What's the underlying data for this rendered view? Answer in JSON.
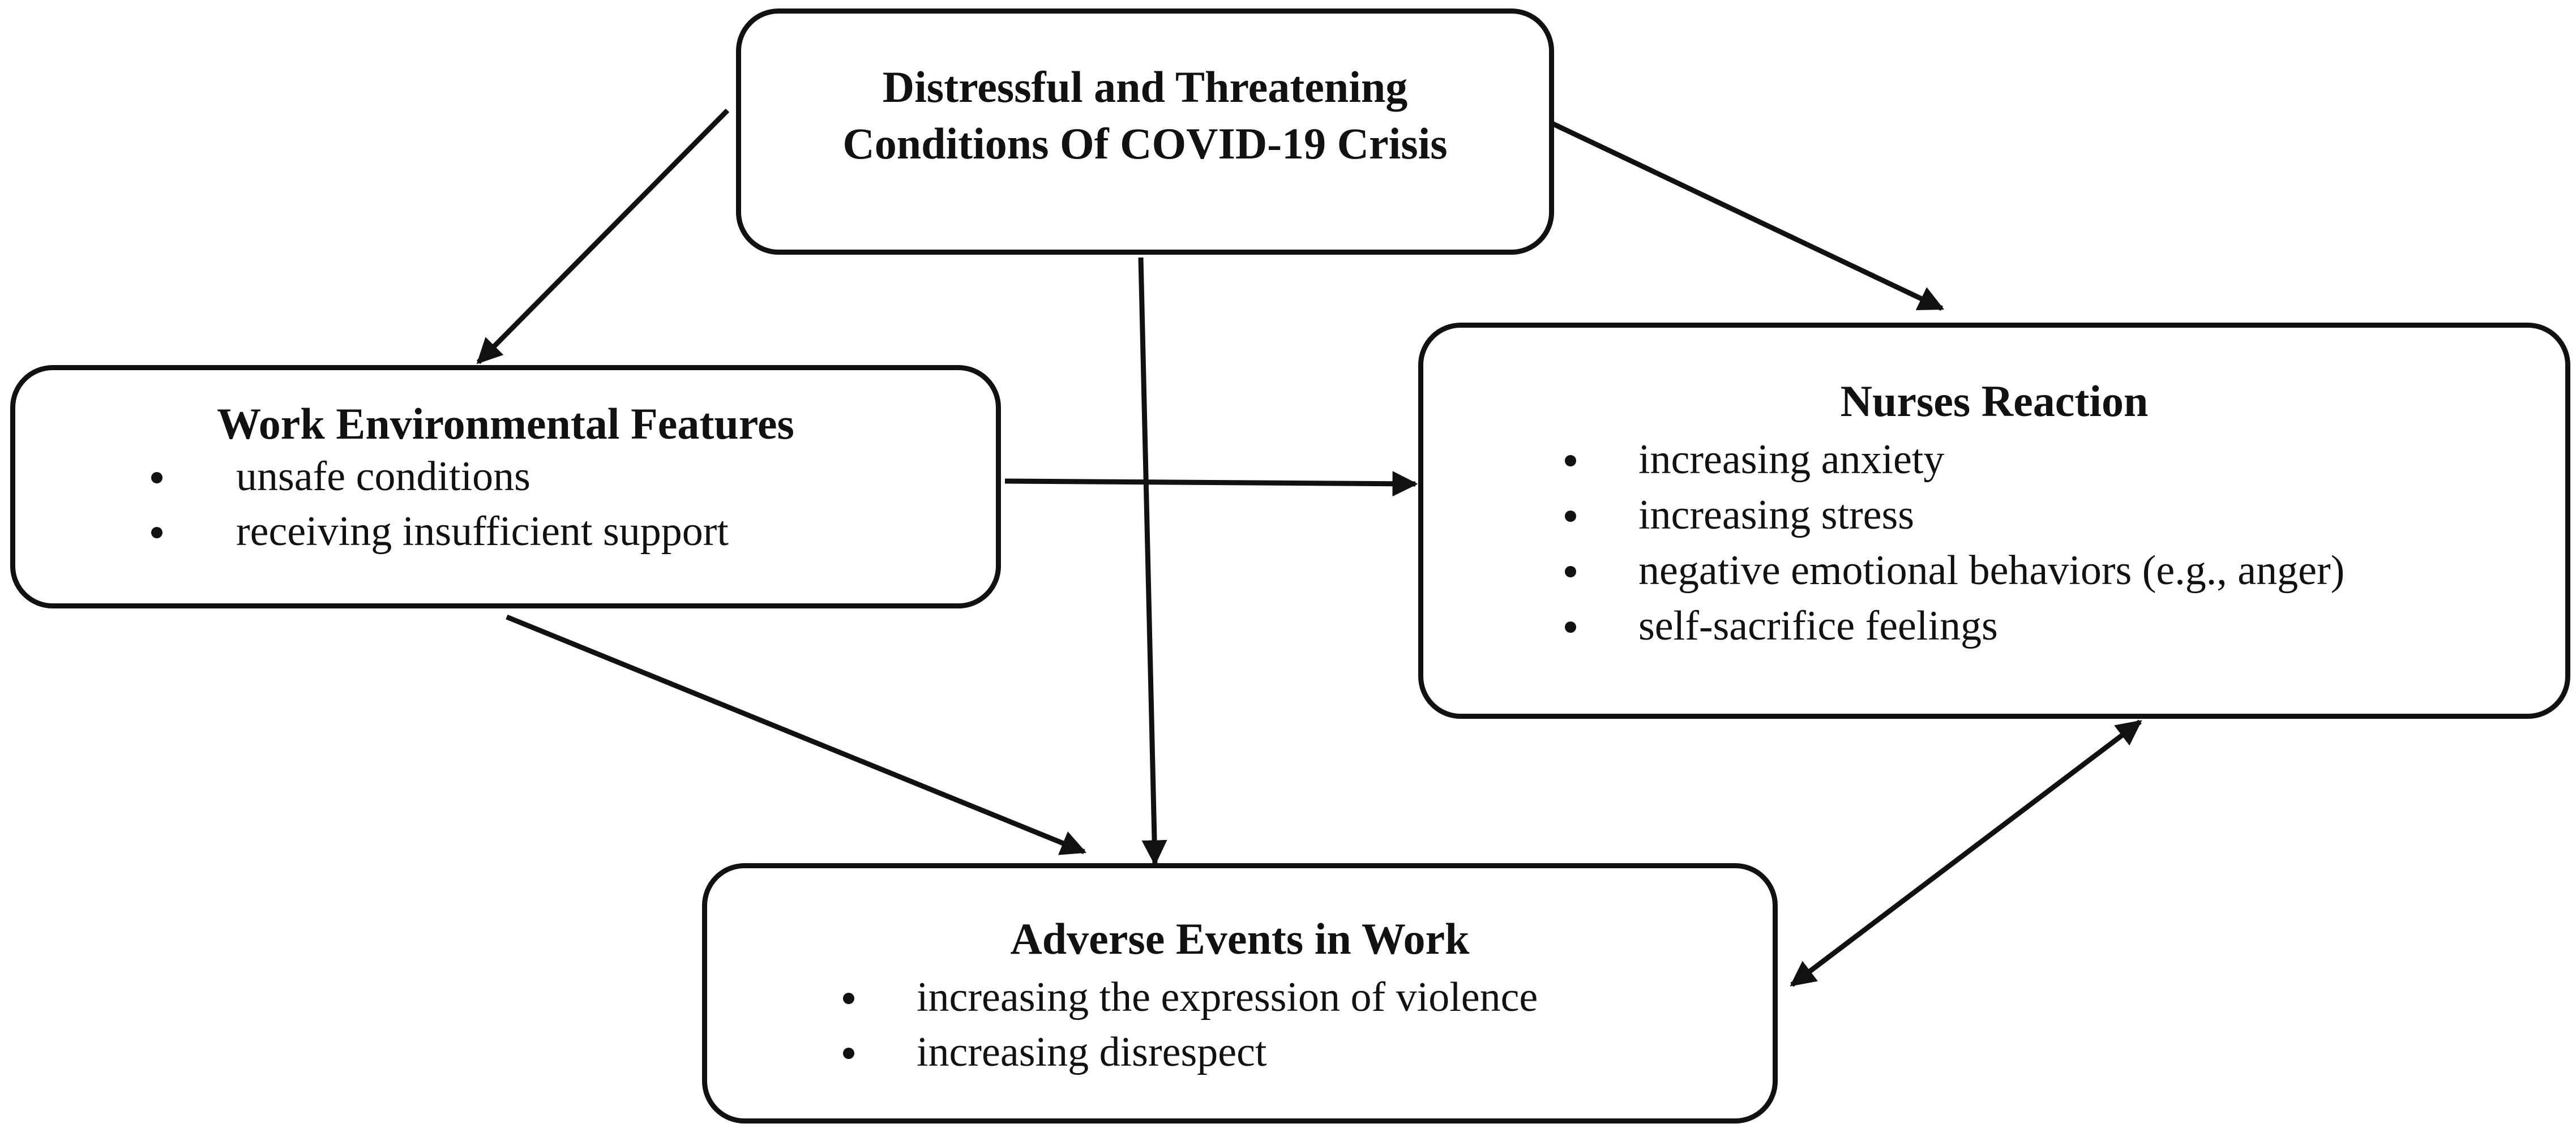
{
  "covid": {
    "title_line1": "Distressful and Threatening",
    "title_line2": "Conditions Of COVID-19 Crisis"
  },
  "work": {
    "title": "Work Environmental Features",
    "items": [
      "unsafe conditions",
      "receiving insufficient support"
    ]
  },
  "nurses": {
    "title": "Nurses Reaction",
    "items": [
      "increasing anxiety",
      "increasing stress",
      "negative emotional behaviors (e.g., anger)",
      "self-sacrifice feelings"
    ]
  },
  "adverse": {
    "title": "Adverse Events in Work",
    "items": [
      "increasing the expression of violence",
      "increasing disrespect"
    ]
  }
}
